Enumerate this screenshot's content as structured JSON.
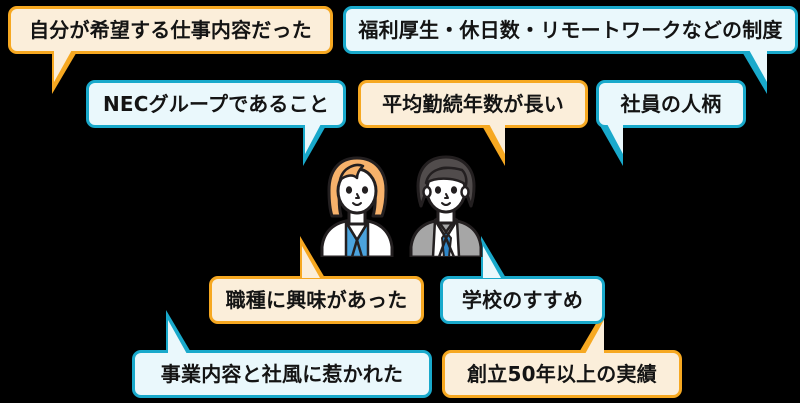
{
  "scene": {
    "title": "就職の決め手（吹き出し図）",
    "background_color": "#000000",
    "orange_border": "#F6A821",
    "orange_fill": "#FBEEDA",
    "cyan_border": "#19A9CB",
    "cyan_fill": "#EAF8FC"
  },
  "bubbles": [
    {
      "id": "reason-1",
      "text": "自分が希望する仕事内容だった",
      "color": "orange"
    },
    {
      "id": "reason-2",
      "text": "福利厚生・休日数・リモートワークなどの制度",
      "color": "cyan"
    },
    {
      "id": "reason-3",
      "text": "NECグループであること",
      "color": "cyan"
    },
    {
      "id": "reason-4",
      "text": "平均勤続年数が長い",
      "color": "orange"
    },
    {
      "id": "reason-5",
      "text": "社員の人柄",
      "color": "cyan"
    },
    {
      "id": "reason-6",
      "text": "職種に興味があった",
      "color": "orange"
    },
    {
      "id": "reason-7",
      "text": "学校のすすめ",
      "color": "cyan"
    },
    {
      "id": "reason-8",
      "text": "事業内容と社風に惹かれた",
      "color": "cyan"
    },
    {
      "id": "reason-9",
      "text": "創立50年以上の実績",
      "color": "orange"
    }
  ],
  "characters": {
    "woman": {
      "name": "female-employee",
      "hair_color": "#F7B26B",
      "skin_color": "#FFFFFF",
      "coat_color": "#FFFFFF",
      "shirt_color": "#4BA3DD",
      "outline_color": "#231F20"
    },
    "man": {
      "name": "male-employee",
      "hair_color": "#514C4C",
      "skin_color": "#FFFFFF",
      "suit_color": "#A6A6A6",
      "shirt_color": "#FFFFFF",
      "tie_color": "#2E86C8",
      "outline_color": "#231F20"
    }
  }
}
